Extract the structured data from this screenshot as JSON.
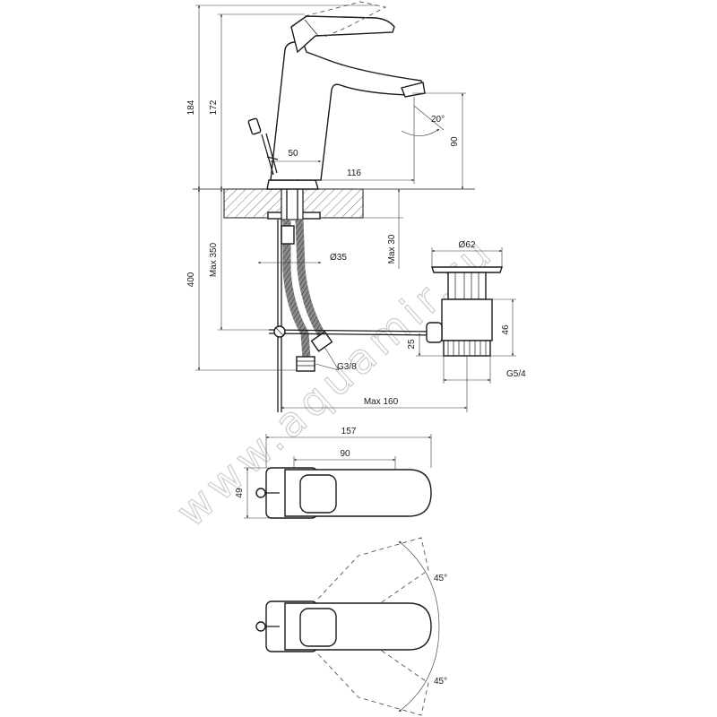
{
  "watermark": "www.aquamir.ru",
  "side_view": {
    "height_total": "184",
    "height_spout": "172",
    "spout_projection": "116",
    "lever_offset": "50",
    "spout_outlet_height": "90",
    "spout_angle": "20°",
    "max_deck_thickness": "Max 30",
    "hose_length_max": "Max 350",
    "drain_rod_length": "400",
    "hole_diameter": "Ø35",
    "hose_thread": "G3/8"
  },
  "waste": {
    "diameter": "Ø62",
    "height": "46",
    "outlet_height": "25",
    "thread": "G5/4",
    "rod_reach": "Max 160"
  },
  "plan_view": {
    "length": "157",
    "lever_length": "90",
    "width": "49",
    "lever_angle_top": "45°",
    "lever_angle_bottom": "45°"
  }
}
